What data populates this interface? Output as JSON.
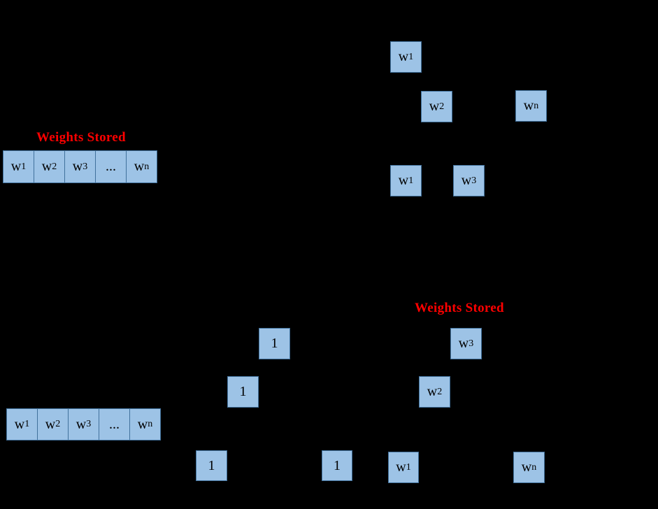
{
  "colors": {
    "background": "#000000",
    "box_fill": "#9dc3e6",
    "box_border": "#41719c",
    "box_text": "#000000",
    "label_red": "#ff0000"
  },
  "labels": {
    "weights_stored_left": "Weights Stored",
    "weights_stored_right": "Weights Stored"
  },
  "weight_rows": {
    "top_left": {
      "cells": [
        {
          "base": "w",
          "sub": "1"
        },
        {
          "base": "w",
          "sub": "2"
        },
        {
          "base": "w",
          "sub": "3"
        },
        {
          "base": "...",
          "sub": ""
        },
        {
          "base": "w",
          "sub": "n"
        }
      ]
    },
    "bottom_left": {
      "cells": [
        {
          "base": "w",
          "sub": "1"
        },
        {
          "base": "w",
          "sub": "2"
        },
        {
          "base": "w",
          "sub": "3"
        },
        {
          "base": "...",
          "sub": ""
        },
        {
          "base": "w",
          "sub": "n"
        }
      ]
    }
  },
  "single_boxes": [
    {
      "id": "top-tree-w1-level1",
      "base": "w",
      "sub": "1"
    },
    {
      "id": "top-tree-w2-level2",
      "base": "w",
      "sub": "2"
    },
    {
      "id": "top-tree-wn-level2",
      "base": "w",
      "sub": "n"
    },
    {
      "id": "top-tree-w1-level3",
      "base": "w",
      "sub": "1"
    },
    {
      "id": "top-tree-w3-level3",
      "base": "w",
      "sub": "3"
    },
    {
      "id": "bottom-tree-one-level1",
      "base": "1",
      "sub": ""
    },
    {
      "id": "bottom-tree-one-level2",
      "base": "1",
      "sub": ""
    },
    {
      "id": "bottom-tree-one-left-leaf",
      "base": "1",
      "sub": ""
    },
    {
      "id": "bottom-tree-one-mid-leaf",
      "base": "1",
      "sub": ""
    },
    {
      "id": "bottom-tree-w3-level1",
      "base": "w",
      "sub": "3"
    },
    {
      "id": "bottom-tree-w2-level2",
      "base": "w",
      "sub": "2"
    },
    {
      "id": "bottom-tree-w1-leaf",
      "base": "w",
      "sub": "1"
    },
    {
      "id": "bottom-tree-wn-leaf",
      "base": "w",
      "sub": "n"
    }
  ]
}
